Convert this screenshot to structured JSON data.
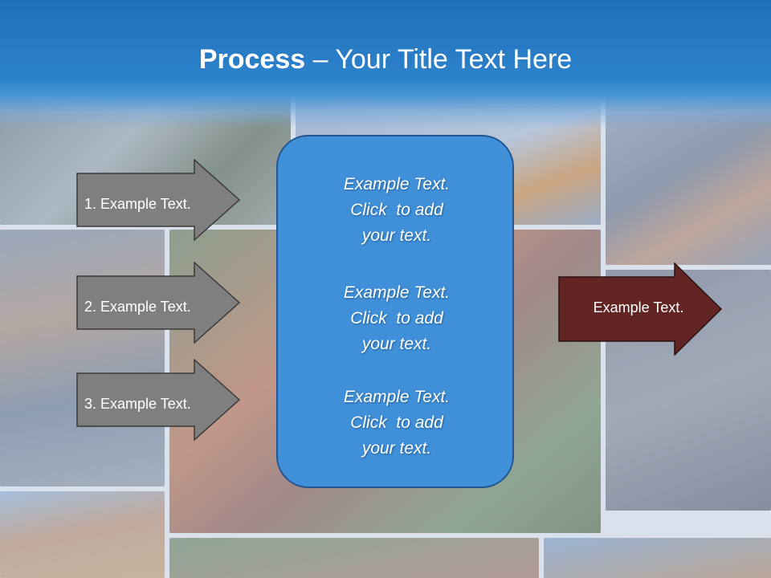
{
  "title": {
    "bold": "Process",
    "rest": " – Your Title Text Here"
  },
  "left_steps": [
    {
      "label": "1. Example Text."
    },
    {
      "label": "2. Example Text."
    },
    {
      "label": "3. Example Text."
    }
  ],
  "center_blocks": [
    {
      "line1": "Example Text.",
      "line2": "Click  to add",
      "line3": "your text."
    },
    {
      "line1": "Example Text.",
      "line2": "Click  to add",
      "line3": "your text."
    },
    {
      "line1": "Example Text.",
      "line2": "Click  to add",
      "line3": "your text."
    }
  ],
  "right_step": {
    "label": "Example Text."
  },
  "colors": {
    "title_band": "#2d83cc",
    "left_arrow_fill": "#7f7f7f",
    "center_fill": "#3f8fd9",
    "right_arrow_fill": "#632523"
  }
}
